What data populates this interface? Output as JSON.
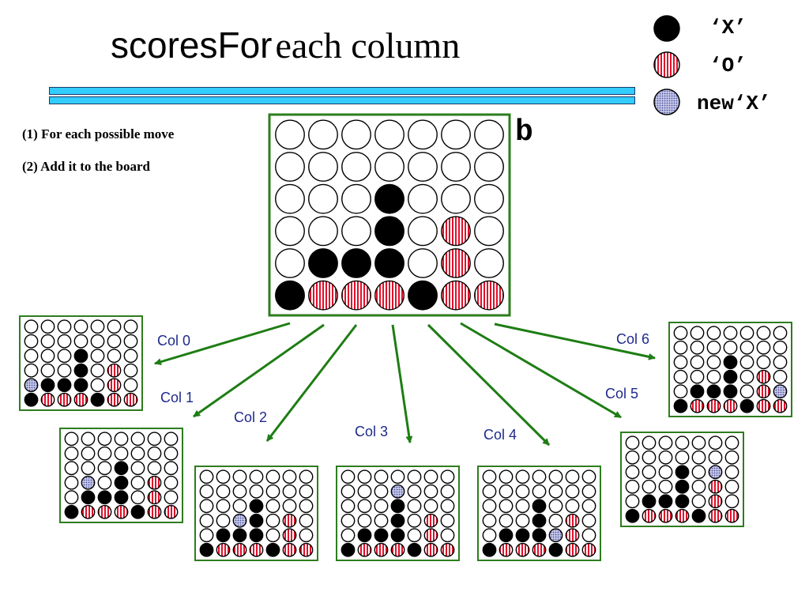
{
  "title": {
    "part1": "scoresFor",
    "part2": "each column"
  },
  "legend": [
    {
      "piece": "X",
      "label": "‘X’"
    },
    {
      "piece": "O",
      "label": "‘O’"
    },
    {
      "piece": "N",
      "label": "new‘X’"
    }
  ],
  "steps": [
    "(1) For each possible move",
    "(2) Add it to the board"
  ],
  "board_label": "b",
  "main_board": [
    ".......",
    ".......",
    "...X...",
    "...X.O.",
    ".XXX.O.",
    "XOOOXOO"
  ],
  "columns": [
    {
      "label": "Col 0",
      "board": [
        ".......",
        ".......",
        "...X...",
        "...X.O.",
        "NXXX.O.",
        "XOOOXOO"
      ]
    },
    {
      "label": "Col 1",
      "board": [
        ".......",
        ".......",
        "...X...",
        ".N.X.O.",
        ".XXX.O.",
        "XOOOXOO"
      ]
    },
    {
      "label": "Col 2",
      "board": [
        ".......",
        ".......",
        "...X...",
        "..NX.O.",
        ".XXX.O.",
        "XOOOXOO"
      ]
    },
    {
      "label": "Col 3",
      "board": [
        ".......",
        "...N...",
        "...X...",
        "...X.O.",
        ".XXX.O.",
        "XOOOXOO"
      ]
    },
    {
      "label": "Col 4",
      "board": [
        ".......",
        ".......",
        "...X...",
        "...X.O.",
        ".XXXNO.",
        "XOOOXOO"
      ]
    },
    {
      "label": "Col 5",
      "board": [
        ".......",
        ".......",
        "...X.N.",
        "...X.O.",
        ".XXX.O.",
        "XOOOXOO"
      ]
    },
    {
      "label": "Col 6",
      "board": [
        ".......",
        ".......",
        "...X...",
        "...X.O.",
        ".XXX.ON",
        "XOOOXOO"
      ]
    }
  ],
  "colors": {
    "board_border": "#2e7d1e",
    "arrow": "#1e7d14",
    "x_piece": "#000000",
    "o_piece": "#e0102a",
    "new_x": "#7a7fc0",
    "col_label": "#1f2a8c",
    "bars": "#33ccff"
  }
}
